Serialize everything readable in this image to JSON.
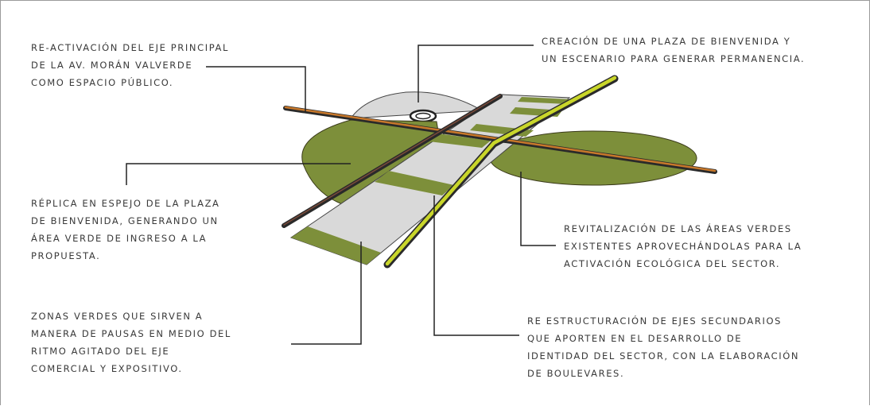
{
  "annotations": {
    "reactivacion": {
      "lines": [
        "RE-ACTIVACIÓN DEL EJE PRINCIPAL",
        "DE LA AV. MORÁN VALVERDE",
        "COMO ESPACIO PÚBLICO."
      ]
    },
    "plaza": {
      "lines": [
        "CREACIÓN DE UNA PLAZA DE BIENVENIDA Y",
        "UN ESCENARIO PARA GENERAR PERMANENCIA."
      ]
    },
    "replica": {
      "lines": [
        "RÉPLICA EN ESPEJO DE LA PLAZA",
        "DE BIENVENIDA, GENERANDO UN",
        "ÁREA VERDE DE INGRESO A LA",
        "PROPUESTA."
      ]
    },
    "revitalizacion": {
      "lines": [
        "REVITALIZACIÓN DE LAS ÁREAS VERDES",
        "EXISTENTES APROVECHÁNDOLAS PARA LA",
        "ACTIVACIÓN ECOLÓGICA DEL SECTOR."
      ]
    },
    "zonas": {
      "lines": [
        "ZONAS VERDES QUE SIRVEN A",
        "MANERA DE PAUSAS EN MEDIO DEL",
        "RITMO AGITADO DEL EJE",
        "COMERCIAL Y EXPOSITIVO."
      ]
    },
    "reestructuracion": {
      "lines": [
        "RE ESTRUCTURACIÓN DE EJES SECUNDARIOS",
        "QUE APORTEN EN EL DESARROLLO DE",
        "IDENTIDAD DEL SECTOR, CON LA ELABORACIÓN",
        "DE BOULEVARES."
      ]
    }
  },
  "colors": {
    "green_area": "#7d8f3a",
    "grey_area": "#d9d9d9",
    "axis_orange": "#c8782a",
    "axis_yellow": "#c9d62a",
    "axis_dark": "#2a2a2a",
    "leader_line": "#222222"
  }
}
